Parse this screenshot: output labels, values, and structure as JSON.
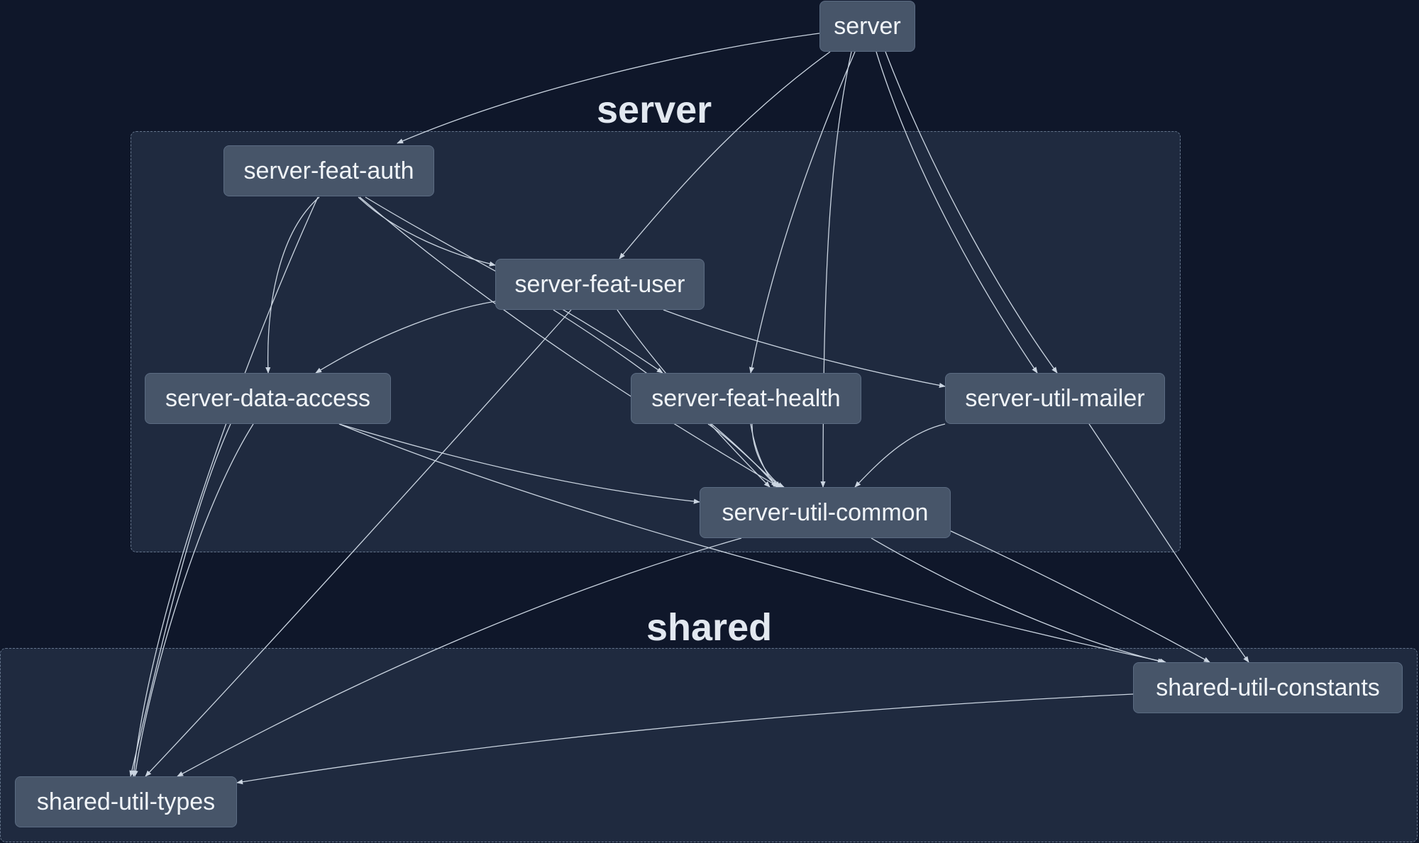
{
  "clusters": {
    "server": {
      "title": "server"
    },
    "shared": {
      "title": "shared"
    }
  },
  "nodes": {
    "server": "server",
    "auth": "server-feat-auth",
    "user": "server-feat-user",
    "data_access": "server-data-access",
    "health": "server-feat-health",
    "mailer": "server-util-mailer",
    "common": "server-util-common",
    "constants": "shared-util-constants",
    "types": "shared-util-types"
  },
  "edges": [
    {
      "from": "server",
      "to": "auth"
    },
    {
      "from": "server",
      "to": "user"
    },
    {
      "from": "server",
      "to": "health"
    },
    {
      "from": "server",
      "to": "common"
    },
    {
      "from": "server",
      "to": "mailer"
    },
    {
      "from": "server",
      "to": "mailer"
    },
    {
      "from": "auth",
      "to": "user"
    },
    {
      "from": "auth",
      "to": "data_access"
    },
    {
      "from": "auth",
      "to": "types"
    },
    {
      "from": "auth",
      "to": "common"
    },
    {
      "from": "auth",
      "to": "health"
    },
    {
      "from": "user",
      "to": "data_access"
    },
    {
      "from": "user",
      "to": "types"
    },
    {
      "from": "user",
      "to": "common"
    },
    {
      "from": "user",
      "to": "common"
    },
    {
      "from": "user",
      "to": "mailer"
    },
    {
      "from": "data_access",
      "to": "common"
    },
    {
      "from": "data_access",
      "to": "constants"
    },
    {
      "from": "data_access",
      "to": "types"
    },
    {
      "from": "data_access",
      "to": "types"
    },
    {
      "from": "health",
      "to": "common"
    },
    {
      "from": "health",
      "to": "common"
    },
    {
      "from": "health",
      "to": "common"
    },
    {
      "from": "mailer",
      "to": "common"
    },
    {
      "from": "mailer",
      "to": "constants"
    },
    {
      "from": "common",
      "to": "types"
    },
    {
      "from": "common",
      "to": "constants"
    },
    {
      "from": "common",
      "to": "constants"
    },
    {
      "from": "constants",
      "to": "types"
    }
  ],
  "colors": {
    "background": "#0f172a",
    "cluster_fill": "#1f2a3f",
    "cluster_border": "#64748b",
    "node_fill": "#475569",
    "edge": "#cbd5e1",
    "text": "#f1f5f9"
  }
}
